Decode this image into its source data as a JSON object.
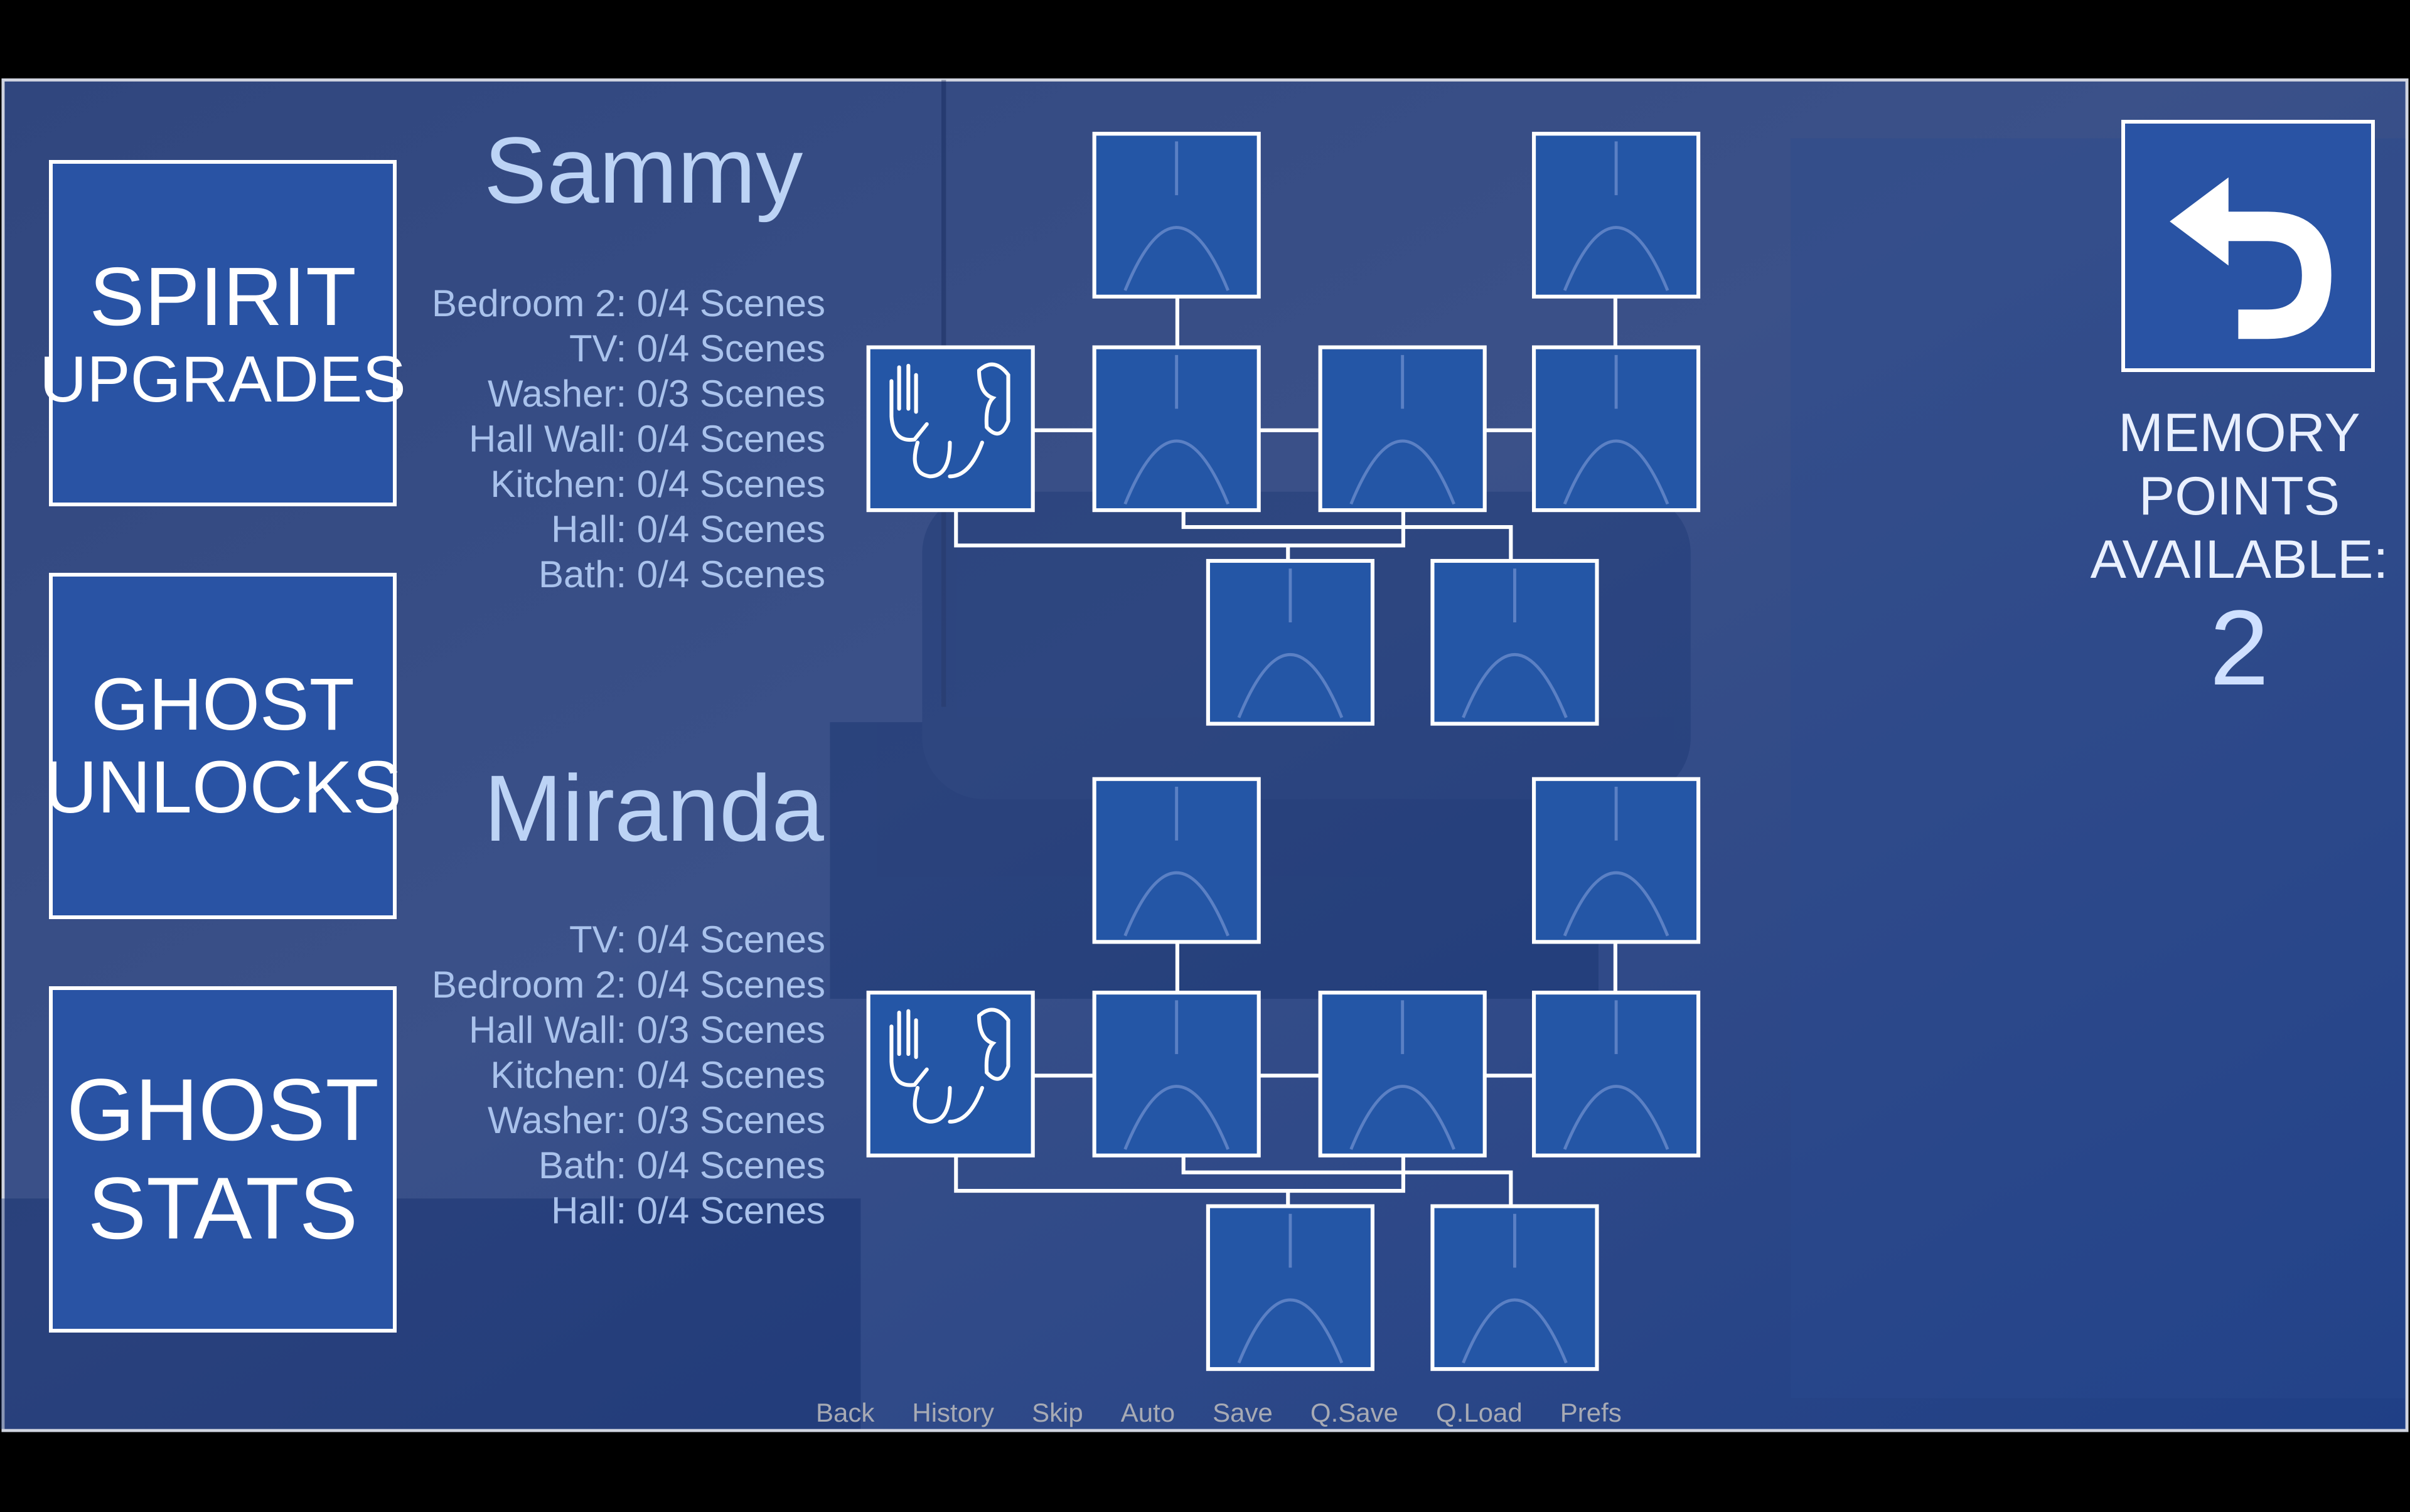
{
  "left_menu": [
    {
      "lines": [
        "SPIRIT",
        "UPGRADES"
      ]
    },
    {
      "lines": [
        "GHOST",
        "UNLOCKS"
      ]
    },
    {
      "lines": [
        "GHOST",
        "STATS"
      ]
    }
  ],
  "characters": [
    {
      "name": "Sammy",
      "stats": [
        "Bedroom 2: 0/4 Scenes",
        "TV: 0/4 Scenes",
        "Washer: 0/3 Scenes",
        "Hall Wall: 0/4 Scenes",
        "Kitchen: 0/4 Scenes",
        "Hall: 0/4 Scenes",
        "Bath: 0/4 Scenes"
      ]
    },
    {
      "name": "Miranda",
      "stats": [
        "TV: 0/4 Scenes",
        "Bedroom 2: 0/4 Scenes",
        "Hall Wall: 0/3 Scenes",
        "Kitchen: 0/4 Scenes",
        "Washer: 0/3 Scenes",
        "Bath: 0/4 Scenes",
        "Hall: 0/4 Scenes"
      ]
    }
  ],
  "memory": {
    "lines": [
      "MEMORY",
      "POINTS",
      "AVAILABLE:"
    ],
    "value": "2"
  },
  "back_icon": "undo-arrow-icon",
  "quick_menu": [
    "Back",
    "History",
    "Skip",
    "Auto",
    "Save",
    "Q.Save",
    "Q.Load",
    "Prefs"
  ],
  "colors": {
    "tile": "#2456a6",
    "border": "#ffffff",
    "background": "#3a5088"
  }
}
